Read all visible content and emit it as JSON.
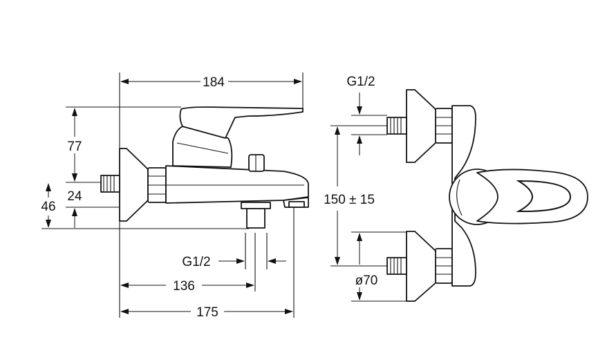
{
  "dimensions": {
    "width_top": "184",
    "height_77": "77",
    "offset_24": "24",
    "offset_46": "46",
    "thread_side": "G1/2",
    "depth_136": "136",
    "depth_175": "175",
    "thread_front": "G1/2",
    "spacing": "150 ± 15",
    "rosette_diameter": "ø70"
  }
}
